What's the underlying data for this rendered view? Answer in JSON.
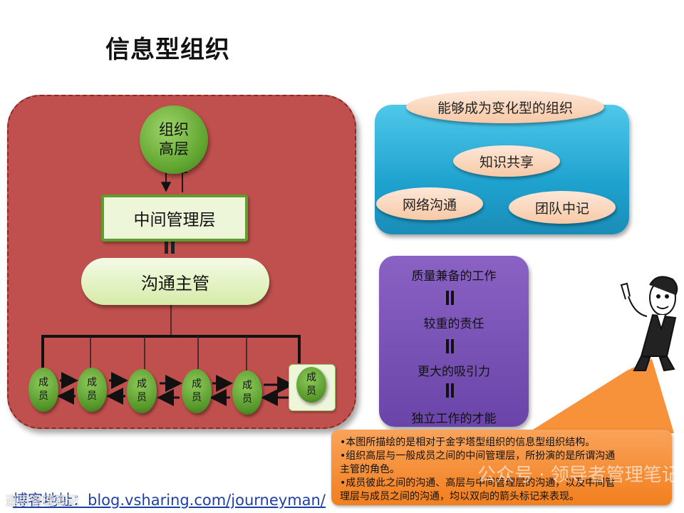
{
  "title": "信息型组织",
  "hierarchy": {
    "top": "组织\n高层",
    "middle_management": "中间管理层",
    "communication_manager": "沟通主管",
    "members": [
      "成\n员",
      "成\n员",
      "成\n员",
      "成\n员",
      "成\n员",
      "成\n员"
    ]
  },
  "blue_panel": {
    "header": "能够成为变化型的组织",
    "items": [
      "知识共享",
      "网络沟通",
      "团队中记"
    ]
  },
  "purple_panel": {
    "items": [
      "质量兼备的工作",
      "较重的责任",
      "更大的吸引力",
      "独立工作的才能"
    ]
  },
  "note": {
    "lines": [
      "•本图所描绘的是相对于金字塔型组织的信息型组织结构。",
      "•组织高层与一般成员之间的中间管理层，所扮演的是所谓沟通",
      "主管的角色。",
      "•成员彼此之间的沟通、高层与中间管理层的沟通，以及中间管",
      "理层与成员之间的沟通，均以双向的箭头标记来表现。"
    ]
  },
  "blog_url": "博客地址：blog.vsharing.com/journeyman/",
  "watermark": "公众号 · 领导者管理笔记",
  "watermark_small": "迅思管理笔记",
  "colors": {
    "red_panel": "#c0504d",
    "blue_panel": "#1fa2cf",
    "purple_panel": "#6a44a8",
    "note": "#f27f1e",
    "green": "#5fa52f"
  }
}
